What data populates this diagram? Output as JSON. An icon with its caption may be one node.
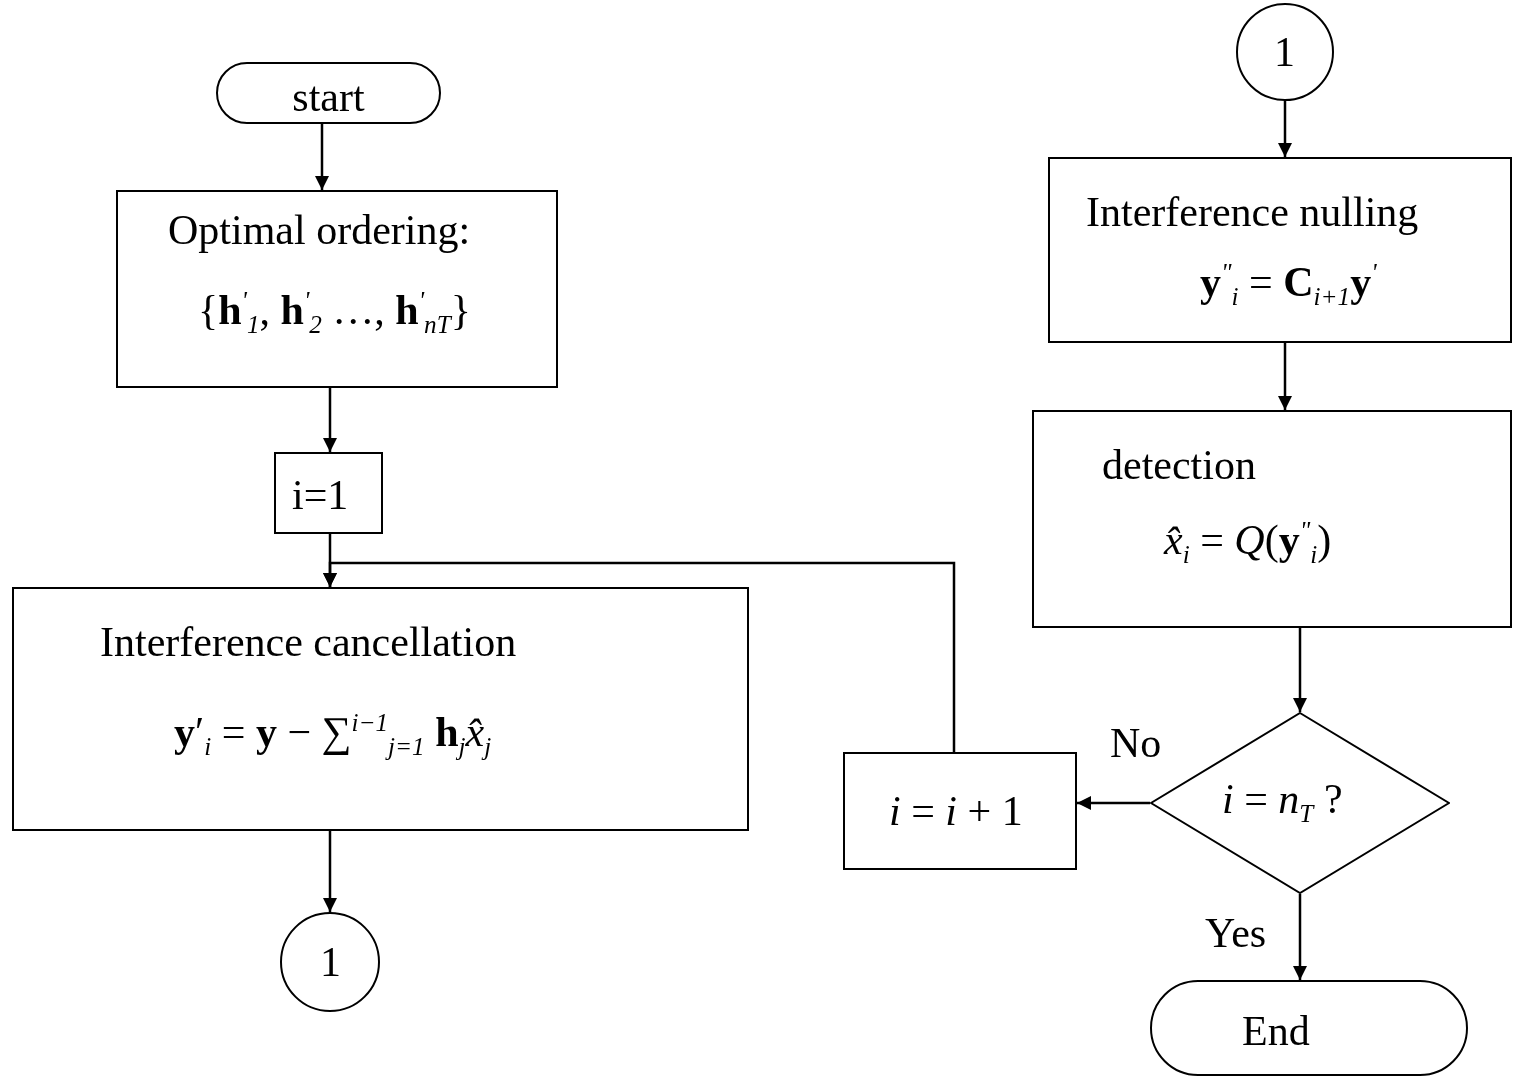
{
  "diagram": {
    "nodes": [
      {
        "text": [
          "start"
        ]
      },
      {
        "text": [
          "Optimal ordering:",
          "{**h**$^{'}$$_{1}$, **h**$^{'}$$_{2}$ …, **h**$^{'}$$_{nT}$}"
        ]
      },
      {
        "text": [
          "i=1"
        ]
      },
      {
        "text": [
          "Interference cancellation",
          "**y**′$_{i}$ = **y** − ∑$^{i−1}$$_{j=1}$ **h**$_{j}$*x̂*$_{j}$"
        ]
      },
      {
        "text": [
          "1"
        ]
      },
      {
        "text": [
          "1"
        ]
      },
      {
        "text": [
          "Interference nulling",
          "**y**$^{\"}$$_{i}$ = **C**$_{i+1}$**y**$^{'}$"
        ]
      },
      {
        "text": [
          "detection",
          "*x̂*$_{i}$ = *Q*(**y**$^{\"}$$_{i}$)"
        ]
      },
      {
        "text": [
          "*i* = *n*$_{T}$ ?"
        ]
      },
      {
        "text": [
          "*i* = *i* + 1"
        ]
      },
      {
        "text": [
          "End"
        ]
      }
    ],
    "edges": [
      {
        "from": 0,
        "to": 1,
        "arrow": "to"
      },
      {
        "from": 1,
        "to": 2,
        "arrow": "to"
      },
      {
        "from": 2,
        "to": 3,
        "arrow": "to"
      },
      {
        "from": 3,
        "to": 4,
        "arrow": "to"
      },
      {
        "from": 5,
        "to": 6,
        "arrow": "to"
      },
      {
        "from": 6,
        "to": 7,
        "arrow": "to"
      },
      {
        "from": 7,
        "to": 8,
        "arrow": "to"
      },
      {
        "from": 8,
        "to": 9,
        "arrow": "to",
        "label": "No"
      },
      {
        "from": 9,
        "to": 3,
        "arrow": "to"
      },
      {
        "from": 8,
        "to": 10,
        "arrow": "to",
        "label": "Yes"
      }
    ]
  }
}
